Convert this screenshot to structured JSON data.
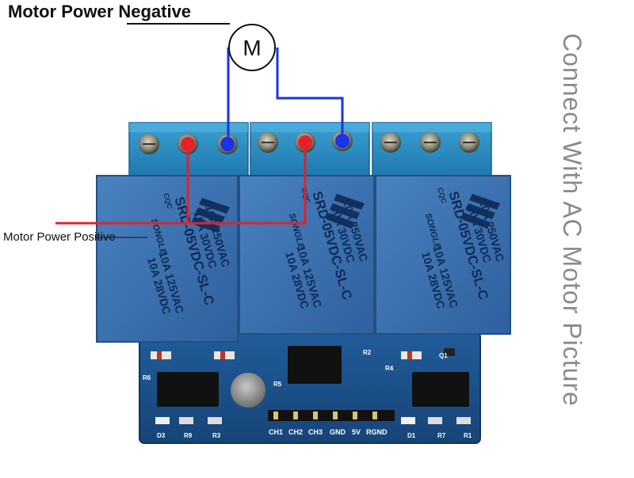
{
  "labels": {
    "motor_negative": "Motor Power Negative",
    "motor_positive": "Motor Power Positive",
    "side_caption": "Connect With AC Motor Picture",
    "motor_symbol": "M"
  },
  "relays": [
    {
      "lines": [
        "10A 250VAC",
        "10A 30VDC",
        "SRD-05VDC-SL-C",
        "10A 125VAC",
        "10A 28VDC"
      ],
      "brand": "SONGLE",
      "cqc": "CQC"
    },
    {
      "lines": [
        "10A 250VAC",
        "10A 30VDC",
        "SRD-05VDC-SL-C",
        "10A 125VAC",
        "10A 28VDC"
      ],
      "brand": "SONGLE",
      "cqc": "CQC"
    },
    {
      "lines": [
        "10A 250VAC",
        "10A 30VDC",
        "SRD-05VDC-SL-C",
        "10A 125VAC",
        "10A 28VDC"
      ],
      "brand": "SONGLE",
      "cqc": "CQC"
    }
  ],
  "pins": [
    "CH1",
    "CH2",
    "CH3",
    "GND",
    "5V",
    "RGND"
  ],
  "silkscreen": [
    "D3",
    "R9",
    "R3",
    "D1",
    "R7",
    "R1",
    "R2",
    "R5",
    "R6",
    "Q1",
    "R4"
  ],
  "colors": {
    "terminal": "#2f8fc2",
    "relay": "#3a6fae",
    "pcb": "#1b4f8a",
    "wire_negative": "#1a33e6",
    "wire_positive": "#e5202a",
    "caption": "#8a8a8a"
  }
}
